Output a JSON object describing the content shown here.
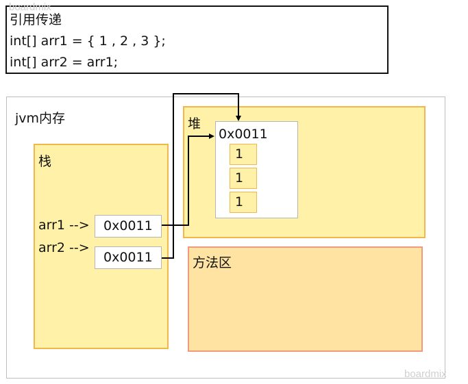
{
  "code": {
    "title": "引用传递",
    "line1": "int[] arr1 = { 1 , 2 , 3 };",
    "line2": "int[] arr2 = arr1;"
  },
  "watermark": "boardmix",
  "jvm": {
    "label": "jvm内存"
  },
  "stack": {
    "label": "栈",
    "refs": [
      {
        "name": "arr1 -->",
        "value": "0x0011"
      },
      {
        "name": "arr2 -->",
        "value": "0x0011"
      }
    ]
  },
  "heap": {
    "label": "堆",
    "object": {
      "address": "0x0011",
      "cells": [
        "1",
        "1",
        "1"
      ]
    }
  },
  "method_area": {
    "label": "方法区"
  },
  "colors": {
    "stack_fill": "#fff2a8",
    "stack_border": "#f2b74c",
    "method_fill": "#ffe3a3",
    "method_border": "#ef9a7c",
    "arrow": "#000000"
  }
}
